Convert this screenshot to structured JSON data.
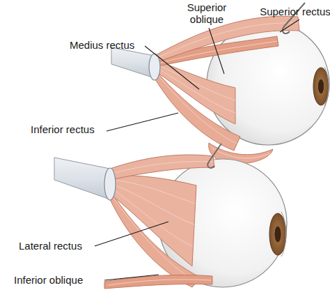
{
  "diagram": {
    "labels": [
      "Superior oblique",
      "Superior rectus",
      "Medius rectus",
      "Inferior rectus",
      "Lateral rectus",
      "Inferior oblique"
    ]
  }
}
